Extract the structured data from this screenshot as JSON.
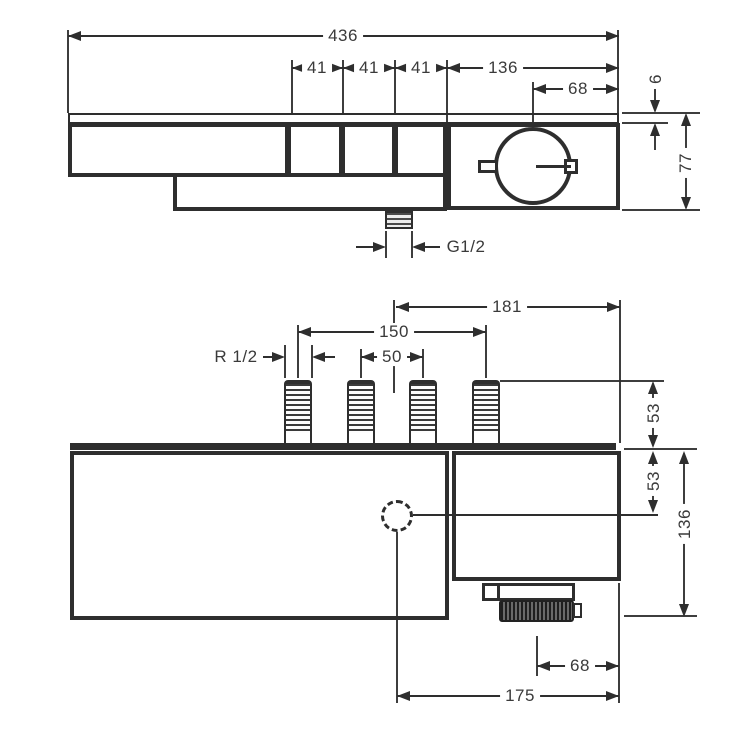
{
  "drawing": {
    "line_color": "#2e2e2e",
    "text_color": "#3a3a3a",
    "background": "#ffffff",
    "top_view": {
      "dim_total_width": "436",
      "dim_segment_1": "41",
      "dim_segment_2": "41",
      "dim_segment_3": "41",
      "dim_right_section": "136",
      "dim_dial_offset": "68",
      "dim_plate_thickness": "6",
      "dim_body_height": "77",
      "label_outlet_thread": "G1/2"
    },
    "bottom_view": {
      "dim_center_to_edge_top": "181",
      "dim_pipe_span": "150",
      "dim_pipe_pitch": "50",
      "label_pipe_thread": "R 1/2",
      "dim_pipe_height": "53",
      "dim_top_to_centerline": "53",
      "dim_body_depth": "136",
      "dim_knob_to_edge": "68",
      "dim_center_to_edge_bottom": "175"
    }
  }
}
